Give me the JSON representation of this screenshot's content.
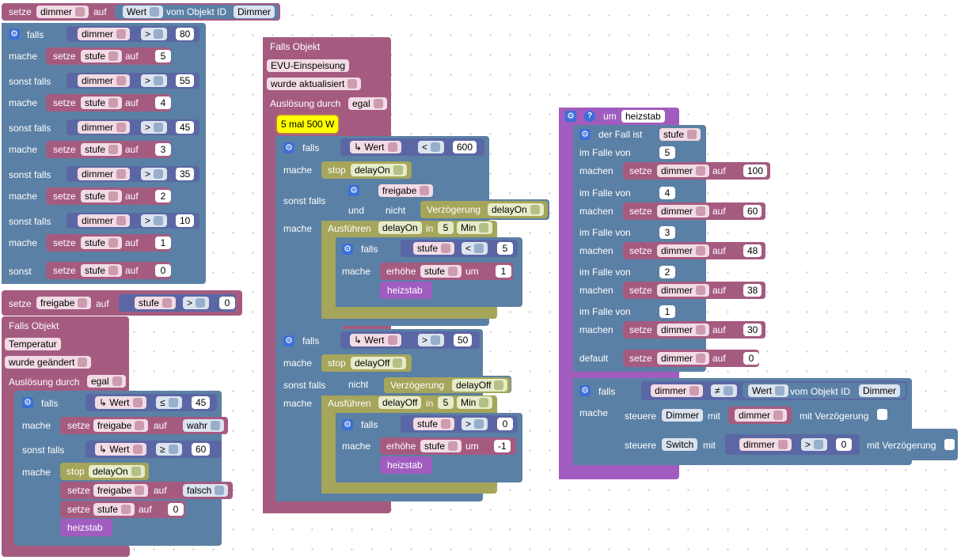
{
  "colors": {
    "logic": "#5b80a5",
    "variable": "#a55b80",
    "math": "#5b67a5",
    "timer": "#a5a55b",
    "procedure": "#a05cbf",
    "highlight": "#ffff00",
    "canvas": "#ffffff"
  },
  "icons": {
    "gear": "gear-icon",
    "help": "help-icon",
    "arrow": "arrow-icon"
  },
  "kw": {
    "setze": "setze",
    "auf": "auf",
    "falls": "falls",
    "mache": "mache",
    "sonst_falls": "sonst falls",
    "sonst": "sonst",
    "falls_objekt": "Falls Objekt",
    "ausloesung_durch": "Auslösung durch",
    "stop": "stop",
    "und": "und",
    "nicht": "nicht",
    "ausfuehren": "Ausführen",
    "in": "in",
    "erhoehe": "erhöhe",
    "um": "um",
    "der_fall_ist": "der Fall ist",
    "im_falle_von": "im Falle von",
    "machen": "machen",
    "default": "default",
    "steuere": "steuere",
    "mit": "mit",
    "mit_verzoegerung": "mit Verzögerung",
    "vom_objekt_id": "vom Objekt ID"
  },
  "vals": {
    "dimmer": "dimmer",
    "wert": "Wert",
    "vom_objekt_id": "vom Objekt ID",
    "dimmer_obj": "Dimmer",
    "stufe": "stufe",
    "gt": ">",
    "lt": "<",
    "le": "≤",
    "ge": "≥",
    "neq": "≠",
    "freigabe": "freigabe",
    "temperatur": "Temperatur",
    "wurde_geaendert": "wurde geändert",
    "egal": "egal",
    "wahr": "wahr",
    "falsch": "falsch",
    "delayOn": "delayOn",
    "delayOff": "delayOff",
    "heizstab": "heizstab",
    "evu": "EVU-Einspeisung",
    "wurde_aktualisiert": "wurde aktualisiert",
    "yellow_comment": "5 mal 500 W",
    "verzoegerung": "Verzögerung",
    "min": "Min",
    "switch": "Switch",
    "um_heizstab": "um",
    "n80": "80",
    "n5": "5",
    "n55": "55",
    "n4": "4",
    "n45": "45",
    "n3": "3",
    "n35": "35",
    "n2": "2",
    "n10": "10",
    "n1": "1",
    "n0": "0",
    "n600": "600",
    "n50": "50",
    "nm1": "-1",
    "n100": "100",
    "n60": "60",
    "n48": "48",
    "n38": "38",
    "n30": "30"
  }
}
